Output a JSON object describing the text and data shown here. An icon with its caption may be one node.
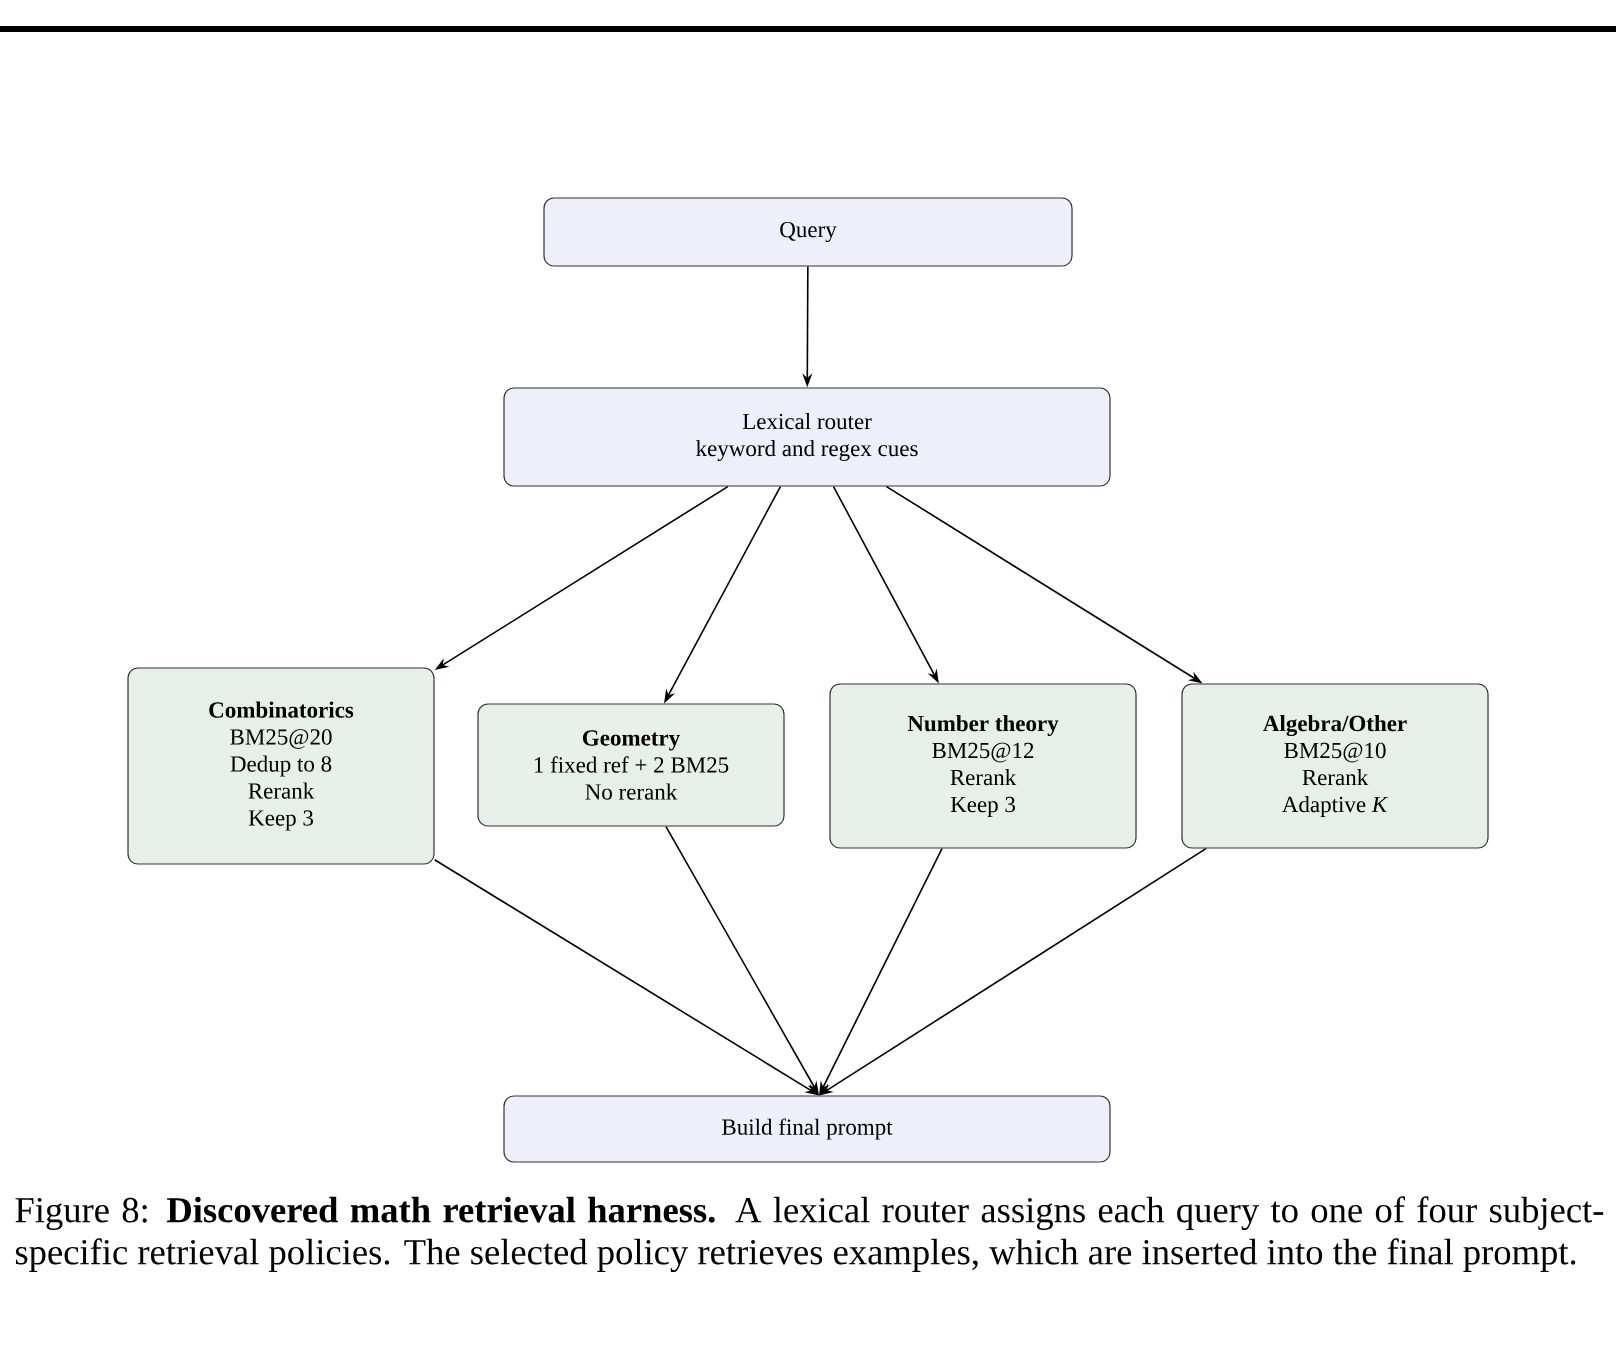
{
  "diagram": {
    "caption": "Figure 8: **Discovered math retrieval harness.** A lexical router assigns each query to one of four subject-specific retrieval policies. The selected policy retrieves examples, which are inserted into the final prompt.",
    "nodes": [
      {
        "text": [
          "Query"
        ]
      },
      {
        "text": [
          "Lexical router",
          "keyword and regex cues"
        ]
      },
      {
        "text": [
          "Combinatorics",
          "BM25@20",
          "Dedup to 8",
          "Rerank",
          "Keep 3"
        ]
      },
      {
        "text": [
          "Geometry",
          "1 fixed ref + 2 BM25",
          "No rerank"
        ]
      },
      {
        "text": [
          "Number theory",
          "BM25@12",
          "Rerank",
          "Keep 3"
        ]
      },
      {
        "text": [
          "Algebra/Other",
          "BM25@10",
          "Rerank",
          "Adaptive *K*"
        ]
      },
      {
        "text": [
          "Build final prompt"
        ]
      }
    ],
    "edges": [
      {
        "from": 0,
        "to": 1,
        "arrow": "to"
      },
      {
        "from": 1,
        "to": 2,
        "arrow": "to"
      },
      {
        "from": 1,
        "to": 3,
        "arrow": "to"
      },
      {
        "from": 1,
        "to": 4,
        "arrow": "to"
      },
      {
        "from": 1,
        "to": 5,
        "arrow": "to"
      },
      {
        "from": 2,
        "to": 6,
        "arrow": "to"
      },
      {
        "from": 3,
        "to": 6,
        "arrow": "to"
      },
      {
        "from": 4,
        "to": 6,
        "arrow": "to"
      },
      {
        "from": 5,
        "to": 6,
        "arrow": "to"
      }
    ]
  }
}
